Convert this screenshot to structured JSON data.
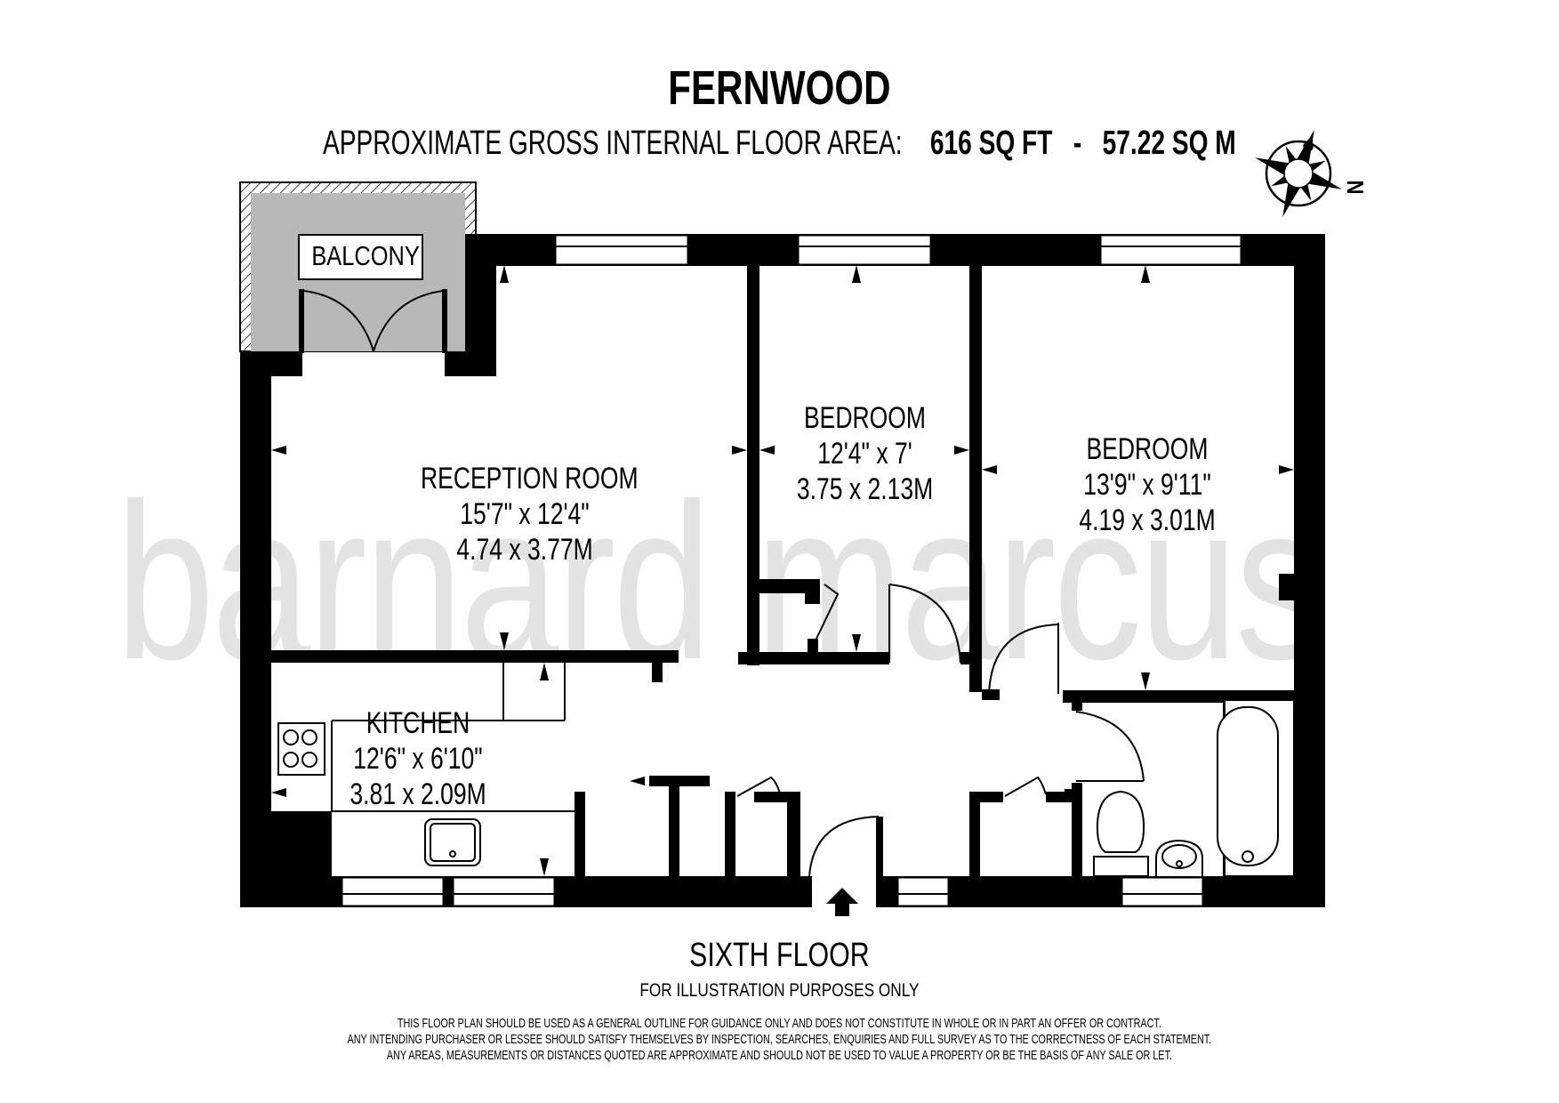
{
  "header": {
    "title": "FERNWOOD",
    "area_label": "APPROXIMATE GROSS INTERNAL FLOOR AREA:",
    "area_sqft": "616 SQ FT",
    "area_separator": "-",
    "area_sqm": "57.22 SQ M"
  },
  "compass": {
    "north_label": "N",
    "icon": "compass-rose-icon"
  },
  "watermark": "barnard marcus",
  "rooms": {
    "balcony": {
      "name": "BALCONY"
    },
    "reception": {
      "name": "RECEPTION ROOM",
      "imperial": "15'7\" x 12'4\"",
      "metric": "4.74 x 3.77M"
    },
    "bedroom1": {
      "name": "BEDROOM",
      "imperial": "12'4\" x 7'",
      "metric": "3.75 x 2.13M"
    },
    "bedroom2": {
      "name": "BEDROOM",
      "imperial": "13'9\" x 9'11\"",
      "metric": "4.19 x 3.01M"
    },
    "kitchen": {
      "name": "KITCHEN",
      "imperial": "12'6\" x 6'10\"",
      "metric": "3.81 x 2.09M"
    }
  },
  "footer": {
    "floor": "SIXTH FLOOR",
    "illustration_note": "FOR ILLUSTRATION PURPOSES ONLY",
    "disclaimer": [
      "THIS FLOOR PLAN SHOULD BE USED AS A GENERAL OUTLINE FOR GUIDANCE ONLY AND DOES NOT CONSTITUTE IN WHOLE OR IN PART AN OFFER OR CONTRACT.",
      "ANY INTENDING PURCHASER OR LESSEE SHOULD SATISFY THEMSELVES BY INSPECTION, SEARCHES, ENQUIRIES AND FULL SURVEY AS TO THE CORRECTNESS OF EACH STATEMENT.",
      "ANY AREAS, MEASUREMENTS OR DISTANCES QUOTED ARE APPROXIMATE AND SHOULD NOT BE USED TO VALUE A PROPERTY OR BE THE BASIS OF ANY SALE OR LET."
    ]
  },
  "colors": {
    "wall": "#000000",
    "balcony_fill": "#b8b8b8",
    "watermark": "#e3e3e3",
    "background": "#ffffff"
  }
}
